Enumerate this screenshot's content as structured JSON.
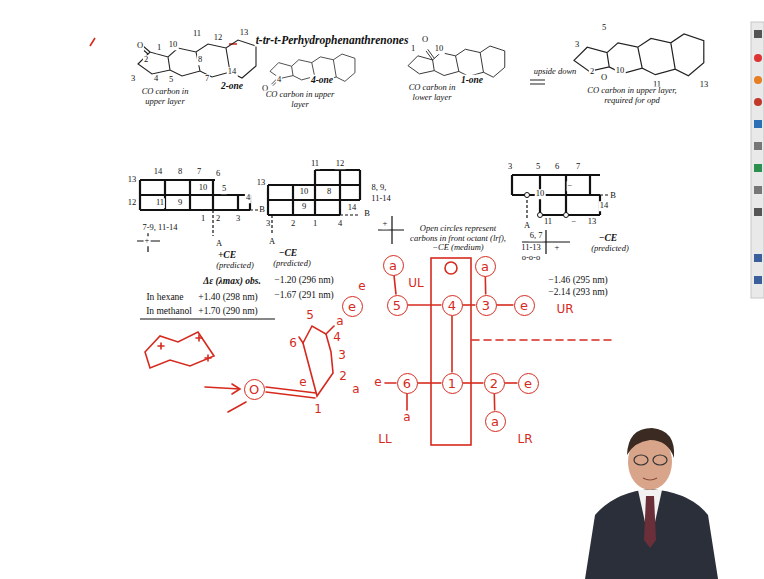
{
  "diagram": {
    "title": "t-tr-t-Perhydrophenanthrenones",
    "nodes": [
      {
        "text": [
          "a"
        ]
      },
      {
        "text": [
          "5"
        ]
      },
      {
        "text": [
          "4"
        ]
      },
      {
        "text": [
          "3"
        ]
      },
      {
        "text": [
          "e"
        ]
      },
      {
        "text": [
          "a"
        ]
      },
      {
        "text": [
          "e"
        ]
      },
      {
        "text": [
          "6"
        ]
      },
      {
        "text": [
          "1"
        ]
      },
      {
        "text": [
          "2"
        ]
      },
      {
        "text": [
          "e"
        ]
      },
      {
        "text": [
          "a"
        ]
      },
      {
        "text": [
          "O"
        ]
      }
    ],
    "edges": [
      {
        "from": 0,
        "to": 1,
        "arrow": "none"
      },
      {
        "from": 1,
        "to": 2,
        "arrow": "none"
      },
      {
        "from": 2,
        "to": 3,
        "arrow": "none"
      },
      {
        "from": 3,
        "to": 4,
        "arrow": "none"
      },
      {
        "from": 5,
        "to": 3,
        "arrow": "none"
      },
      {
        "from": 7,
        "to": 8,
        "arrow": "none"
      },
      {
        "from": 8,
        "to": 9,
        "arrow": "none"
      },
      {
        "from": 9,
        "to": 10,
        "arrow": "none"
      },
      {
        "from": 9,
        "to": 11,
        "arrow": "none"
      },
      {
        "from": 2,
        "to": 8,
        "arrow": "none"
      }
    ],
    "labels": [
      "O",
      "1",
      "10",
      "11",
      "12",
      "13",
      "2",
      "3",
      "4",
      "5",
      "8",
      "7",
      "14",
      "2-one",
      "CO carbon in upper layer",
      "O",
      "4",
      "4-one",
      "CO carbon in upper layer",
      "O",
      "1",
      "10",
      "1-one",
      "CO carbon in lower layer",
      "upside down",
      "5",
      "3",
      "2",
      "O",
      "10",
      "11",
      "13",
      "CO carbon in upper layer, required for opd",
      "13",
      "14",
      "8",
      "7",
      "6",
      "10",
      "5",
      "4",
      "12",
      "11",
      "9",
      "1",
      "2",
      "3",
      "B",
      "7-9, 11-14",
      "+",
      "A",
      "+CE",
      "(predicted)",
      "11",
      "12",
      "13",
      "10",
      "8",
      "9",
      "14",
      "3",
      "2",
      "1",
      "4",
      "A",
      "B",
      "−CE",
      "(predicted)",
      "8, 9,",
      "11-14",
      "+",
      "3",
      "5",
      "6",
      "7",
      "10",
      "−",
      "B",
      "A",
      "11",
      "−",
      "13",
      "14",
      "6, 7",
      "11-13",
      "+",
      "o-o-o",
      "Open circles represent carbons in front octant (lrf), −CE (medium)",
      "−CE",
      "(predicted)",
      "Δε (λmax) obs.",
      "In hexane",
      "+1.40 (298 nm)",
      "In methanol",
      "+1.70 (290 nm)",
      "−1.20 (296 nm)",
      "−1.67 (291 nm)",
      "e",
      "−1.46 (295 nm)",
      "−2.14 (293 nm)",
      "UL",
      "UR",
      "LL",
      "LR",
      "e",
      "a",
      "5",
      "6",
      "a",
      "4",
      "3",
      "2",
      "a",
      "1",
      "e"
    ]
  }
}
